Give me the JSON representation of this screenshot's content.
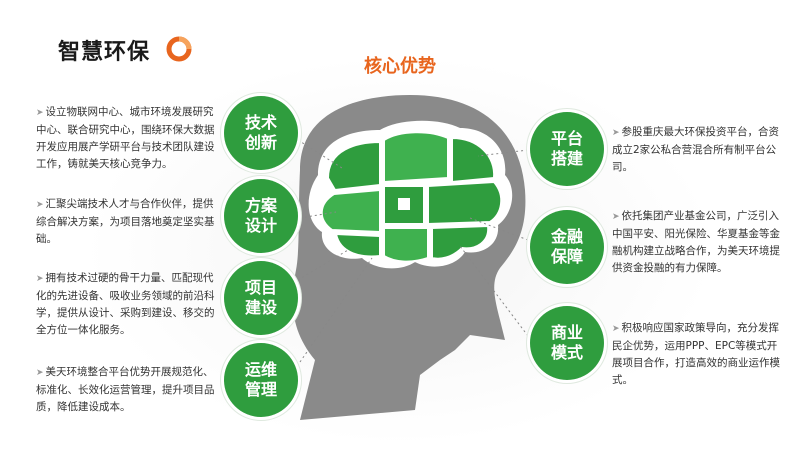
{
  "header": {
    "brand": "智慧环保",
    "title": "核心优势"
  },
  "colors": {
    "green": "#2f9d3e",
    "orange": "#e8651e",
    "text": "#333333"
  },
  "left_items": [
    {
      "label": "技术创新",
      "desc": "设立物联网中心、城市环境发展研究中心、联合研究中心，围绕环保大数据开发应用展产学研平台与技术团队建设工作，铸就美天核心竞争力。"
    },
    {
      "label": "方案设计",
      "desc": "汇聚尖端技术人才与合作伙伴，提供综合解决方案，为项目落地奠定坚实基础。"
    },
    {
      "label": "项目建设",
      "desc": "拥有技术过硬的骨干力量、匹配现代化的先进设备、吸收业务领域的前沿科学，提供从设计、采购到建设、移交的全方位一体化服务。"
    },
    {
      "label": "运维管理",
      "desc": "美天环境整合平台优势开展规范化、标准化、长效化运营管理，提升项目品质，降低建设成本。"
    }
  ],
  "right_items": [
    {
      "label": "平台搭建",
      "desc": "参股重庆最大环保投资平台，合资成立2家公私合营混合所有制平台公司。"
    },
    {
      "label": "金融保障",
      "desc": "依托集团产业基金公司，广泛引入中国平安、阳光保险、华夏基金等金融机构建立战略合作，为美天环境提供资金投融的有力保障。"
    },
    {
      "label": "商业模式",
      "desc": "积极响应国家政策导向，充分发挥民企优势，运用PPP、EPC等模式开展项目合作，打造高效的商业运作模式。"
    }
  ]
}
